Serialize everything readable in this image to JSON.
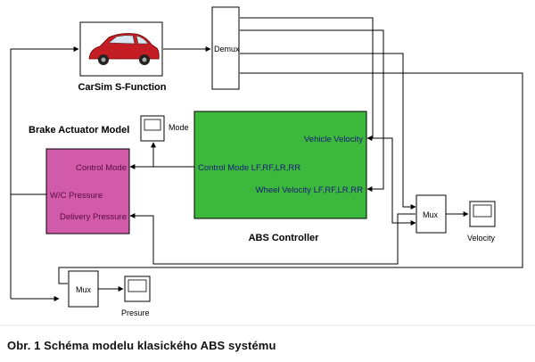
{
  "blocks": {
    "carsim": {
      "label": "CarSim S-Function"
    },
    "demux": {
      "label": "Demux"
    },
    "mode_scope": {
      "label": "Mode"
    },
    "brake_actuator": {
      "title": "Brake Actuator Model",
      "ports": [
        "Control Mode",
        "W/C Pressure",
        "Delivery Pressure"
      ]
    },
    "abs_controller": {
      "title": "ABS Controller",
      "inputs": [
        "Control Mode LF,RF,LR,RR",
        "Wheel Velocity LF,RF,LR,RR"
      ],
      "outputs": [
        "Vehicle Velocity"
      ]
    },
    "mux_velocity": {
      "label": "Mux"
    },
    "velocity_scope": {
      "label": "Velocity"
    },
    "mux_pressure": {
      "label": "Mux"
    },
    "pressure_scope": {
      "label": "Presure"
    }
  },
  "colors": {
    "abs_fill": "#3cb83c",
    "brake_fill": "#d15aa9",
    "car_body": "#c41e24"
  },
  "caption": "Obr. 1 Schéma modelu klasického ABS systému"
}
